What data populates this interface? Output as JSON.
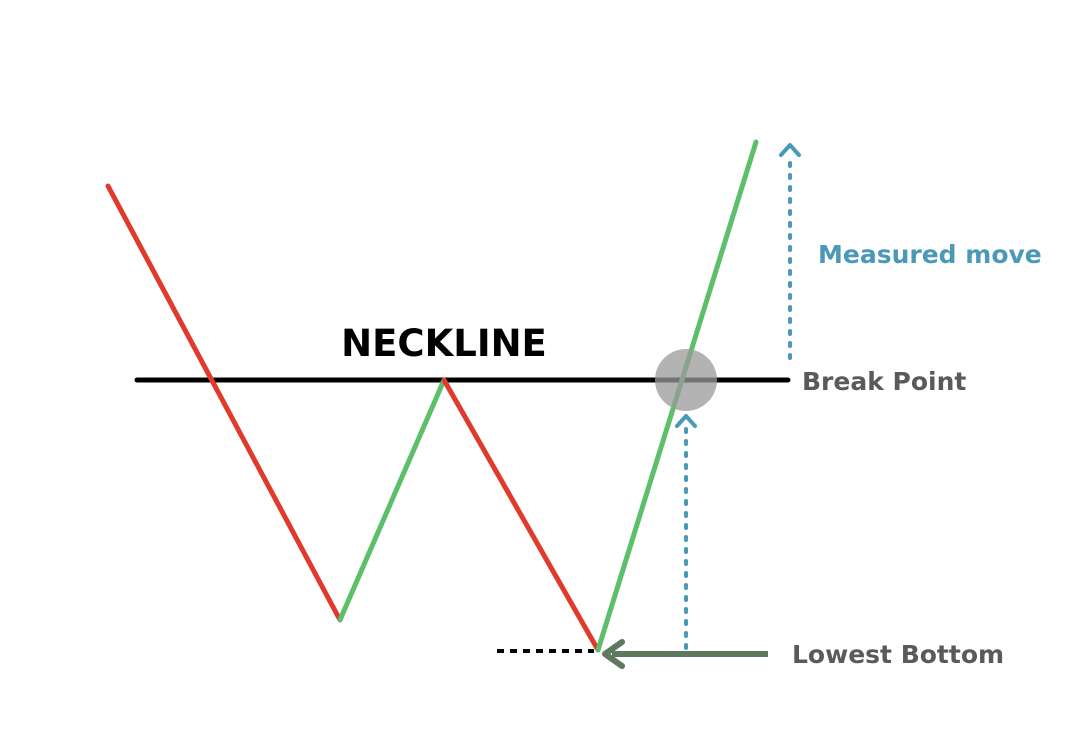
{
  "labels": {
    "neckline": "NECKLINE",
    "break_point": "Break Point",
    "measured_move": "Measured move",
    "lowest_bottom": "Lowest Bottom"
  },
  "colors": {
    "down_leg": "#e03a2c",
    "up_leg": "#5cbf6a",
    "neckline": "#000000",
    "measure_arrow": "#4b99b8",
    "measured_move_text": "#4b99b8",
    "annotation_text": "#5a5a5a",
    "bottom_arrow": "#5d7a5f",
    "break_marker": "#9a9a9a"
  },
  "icons": {
    "break_marker": "circle-marker",
    "measure_arrows": "dotted-up-arrow",
    "bottom_pointer": "left-arrow"
  }
}
